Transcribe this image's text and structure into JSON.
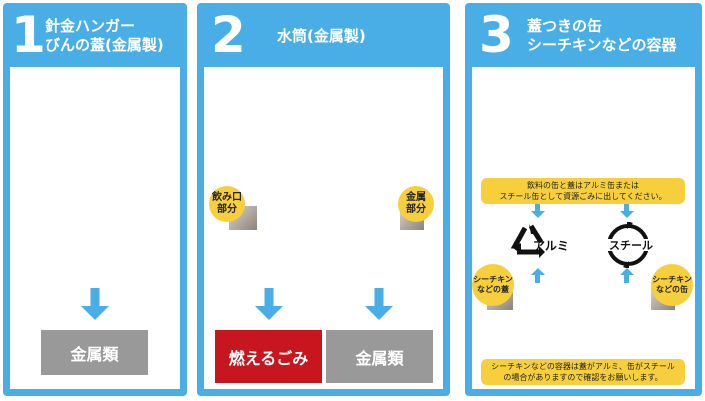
{
  "panels": [
    {
      "number": "1",
      "title": "針金ハンガー\nびんの蓋(金属製)",
      "destination": "金属類"
    },
    {
      "number": "2",
      "title": "水筒(金属製)",
      "badge_left": "飲み口\n部分",
      "badge_right": "金属\n部分",
      "destination_left": "燃えるごみ",
      "destination_right": "金属類"
    },
    {
      "number": "3",
      "title": "蓋つきの缶\nシーチキンなどの容器",
      "note_top": "飲料の缶と蓋はアルミ缶または\nスチール缶として資源ごみに出してください。",
      "badge_left": "シーチキン\nなどの蓋",
      "badge_right": "シーチキン\nなどの缶",
      "alu_mark": "アルミ",
      "steel_mark": "スチール",
      "note_bottom": "シーチキンなどの容器は蓋がアルミ、缶がスチール\nの場合がありますので確認をお願いします。"
    }
  ],
  "colors": {
    "panel": "#4aaee6",
    "gray_box": "#999999",
    "red_box": "#c8161e",
    "badge": "#f7cf3d"
  }
}
